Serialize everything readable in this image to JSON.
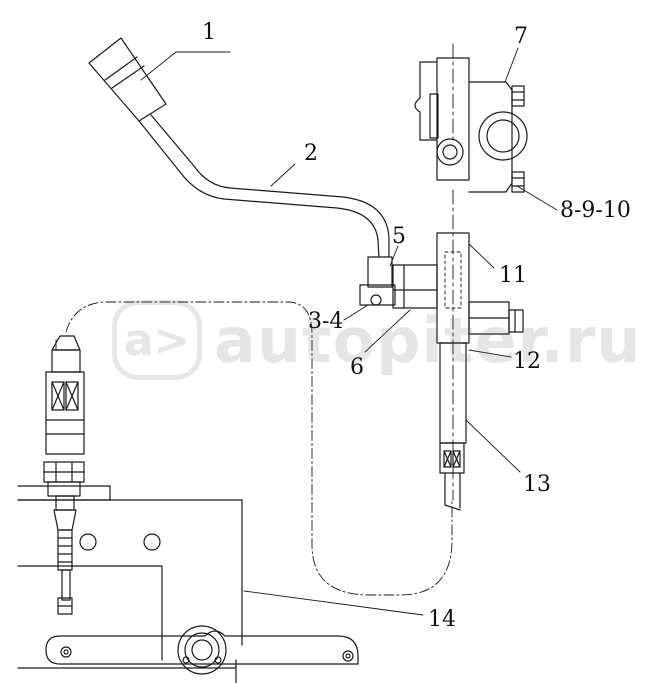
{
  "callouts": [
    {
      "id": "c1",
      "text": "1"
    },
    {
      "id": "c2",
      "text": "2"
    },
    {
      "id": "c3",
      "text": "3-4"
    },
    {
      "id": "c5",
      "text": "5"
    },
    {
      "id": "c6",
      "text": "6"
    },
    {
      "id": "c7",
      "text": "7"
    },
    {
      "id": "c8",
      "text": "8-9-10"
    },
    {
      "id": "c11",
      "text": "11"
    },
    {
      "id": "c12",
      "text": "12"
    },
    {
      "id": "c13",
      "text": "13"
    },
    {
      "id": "c14",
      "text": "14"
    }
  ],
  "watermark": {
    "logo": "a>",
    "text": "autopiter.ru"
  }
}
